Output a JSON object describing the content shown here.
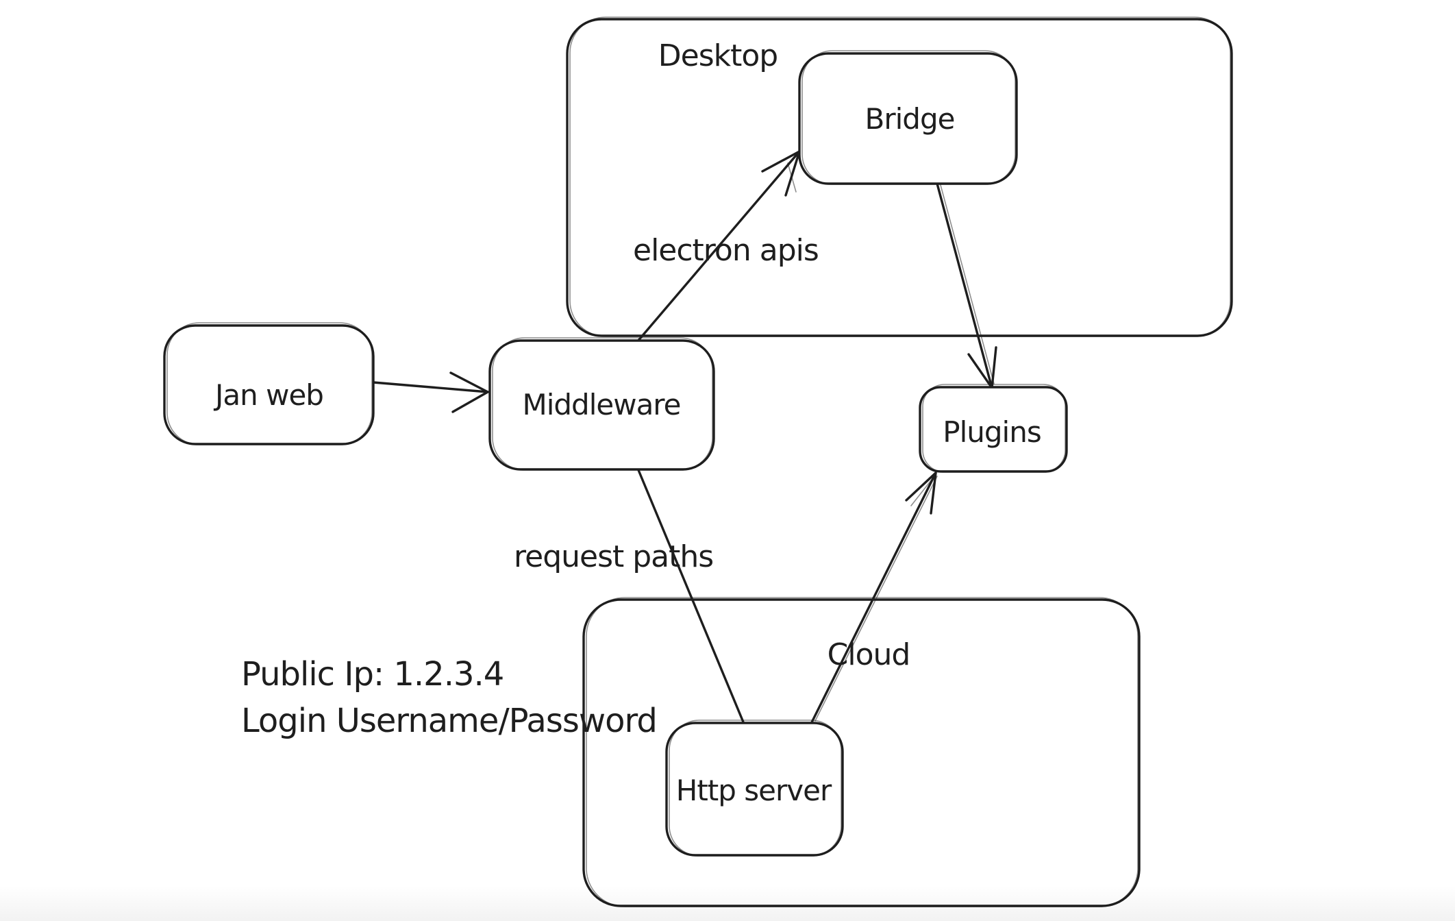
{
  "canvas": {
    "background": "#ffffff",
    "ink_color": "#1e1e1e",
    "style": "hand-drawn whiteboard sketch"
  },
  "diagram": {
    "type": "flowchart",
    "containers": [
      {
        "id": "desktop",
        "label": "Desktop"
      },
      {
        "id": "cloud",
        "label": "Cloud"
      }
    ],
    "nodes": [
      {
        "id": "jan-web",
        "label": "Jan web"
      },
      {
        "id": "middleware",
        "label": "Middleware"
      },
      {
        "id": "bridge",
        "label": "Bridge",
        "inside": "desktop"
      },
      {
        "id": "plugins",
        "label": "Plugins"
      },
      {
        "id": "http-server",
        "label": "Http server",
        "inside": "cloud"
      }
    ],
    "edges": [
      {
        "from": "jan-web",
        "to": "middleware",
        "label": "",
        "arrowhead": "open"
      },
      {
        "from": "middleware",
        "to": "bridge",
        "label": "electron apis",
        "arrowhead": "open"
      },
      {
        "from": "bridge",
        "to": "plugins",
        "label": "",
        "arrowhead": "open"
      },
      {
        "from": "middleware",
        "to": "http-server",
        "label": "request paths",
        "arrowhead": "none"
      },
      {
        "from": "http-server",
        "to": "plugins",
        "label": "",
        "arrowhead": "open"
      }
    ],
    "annotations": [
      {
        "text": "Public Ip: 1.2.3.4"
      },
      {
        "text": "Login Username/Password"
      }
    ]
  }
}
